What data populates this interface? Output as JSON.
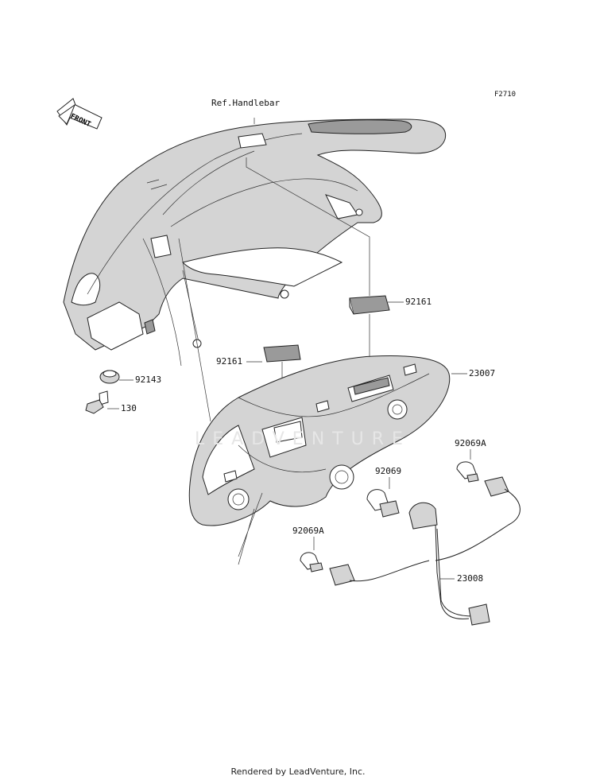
{
  "figure_code": "F2710",
  "reference_label": "Ref.Handlebar",
  "front_arrow_label": "FRONT",
  "watermark": "LEADVENTURE",
  "footer": "Rendered by LeadVenture, Inc.",
  "parts": [
    {
      "number": "92161"
    },
    {
      "number": "92161"
    },
    {
      "number": "23007"
    },
    {
      "number": "92143"
    },
    {
      "number": "130"
    },
    {
      "number": "92069A"
    },
    {
      "number": "92069"
    },
    {
      "number": "92069A"
    },
    {
      "number": "23008"
    }
  ]
}
